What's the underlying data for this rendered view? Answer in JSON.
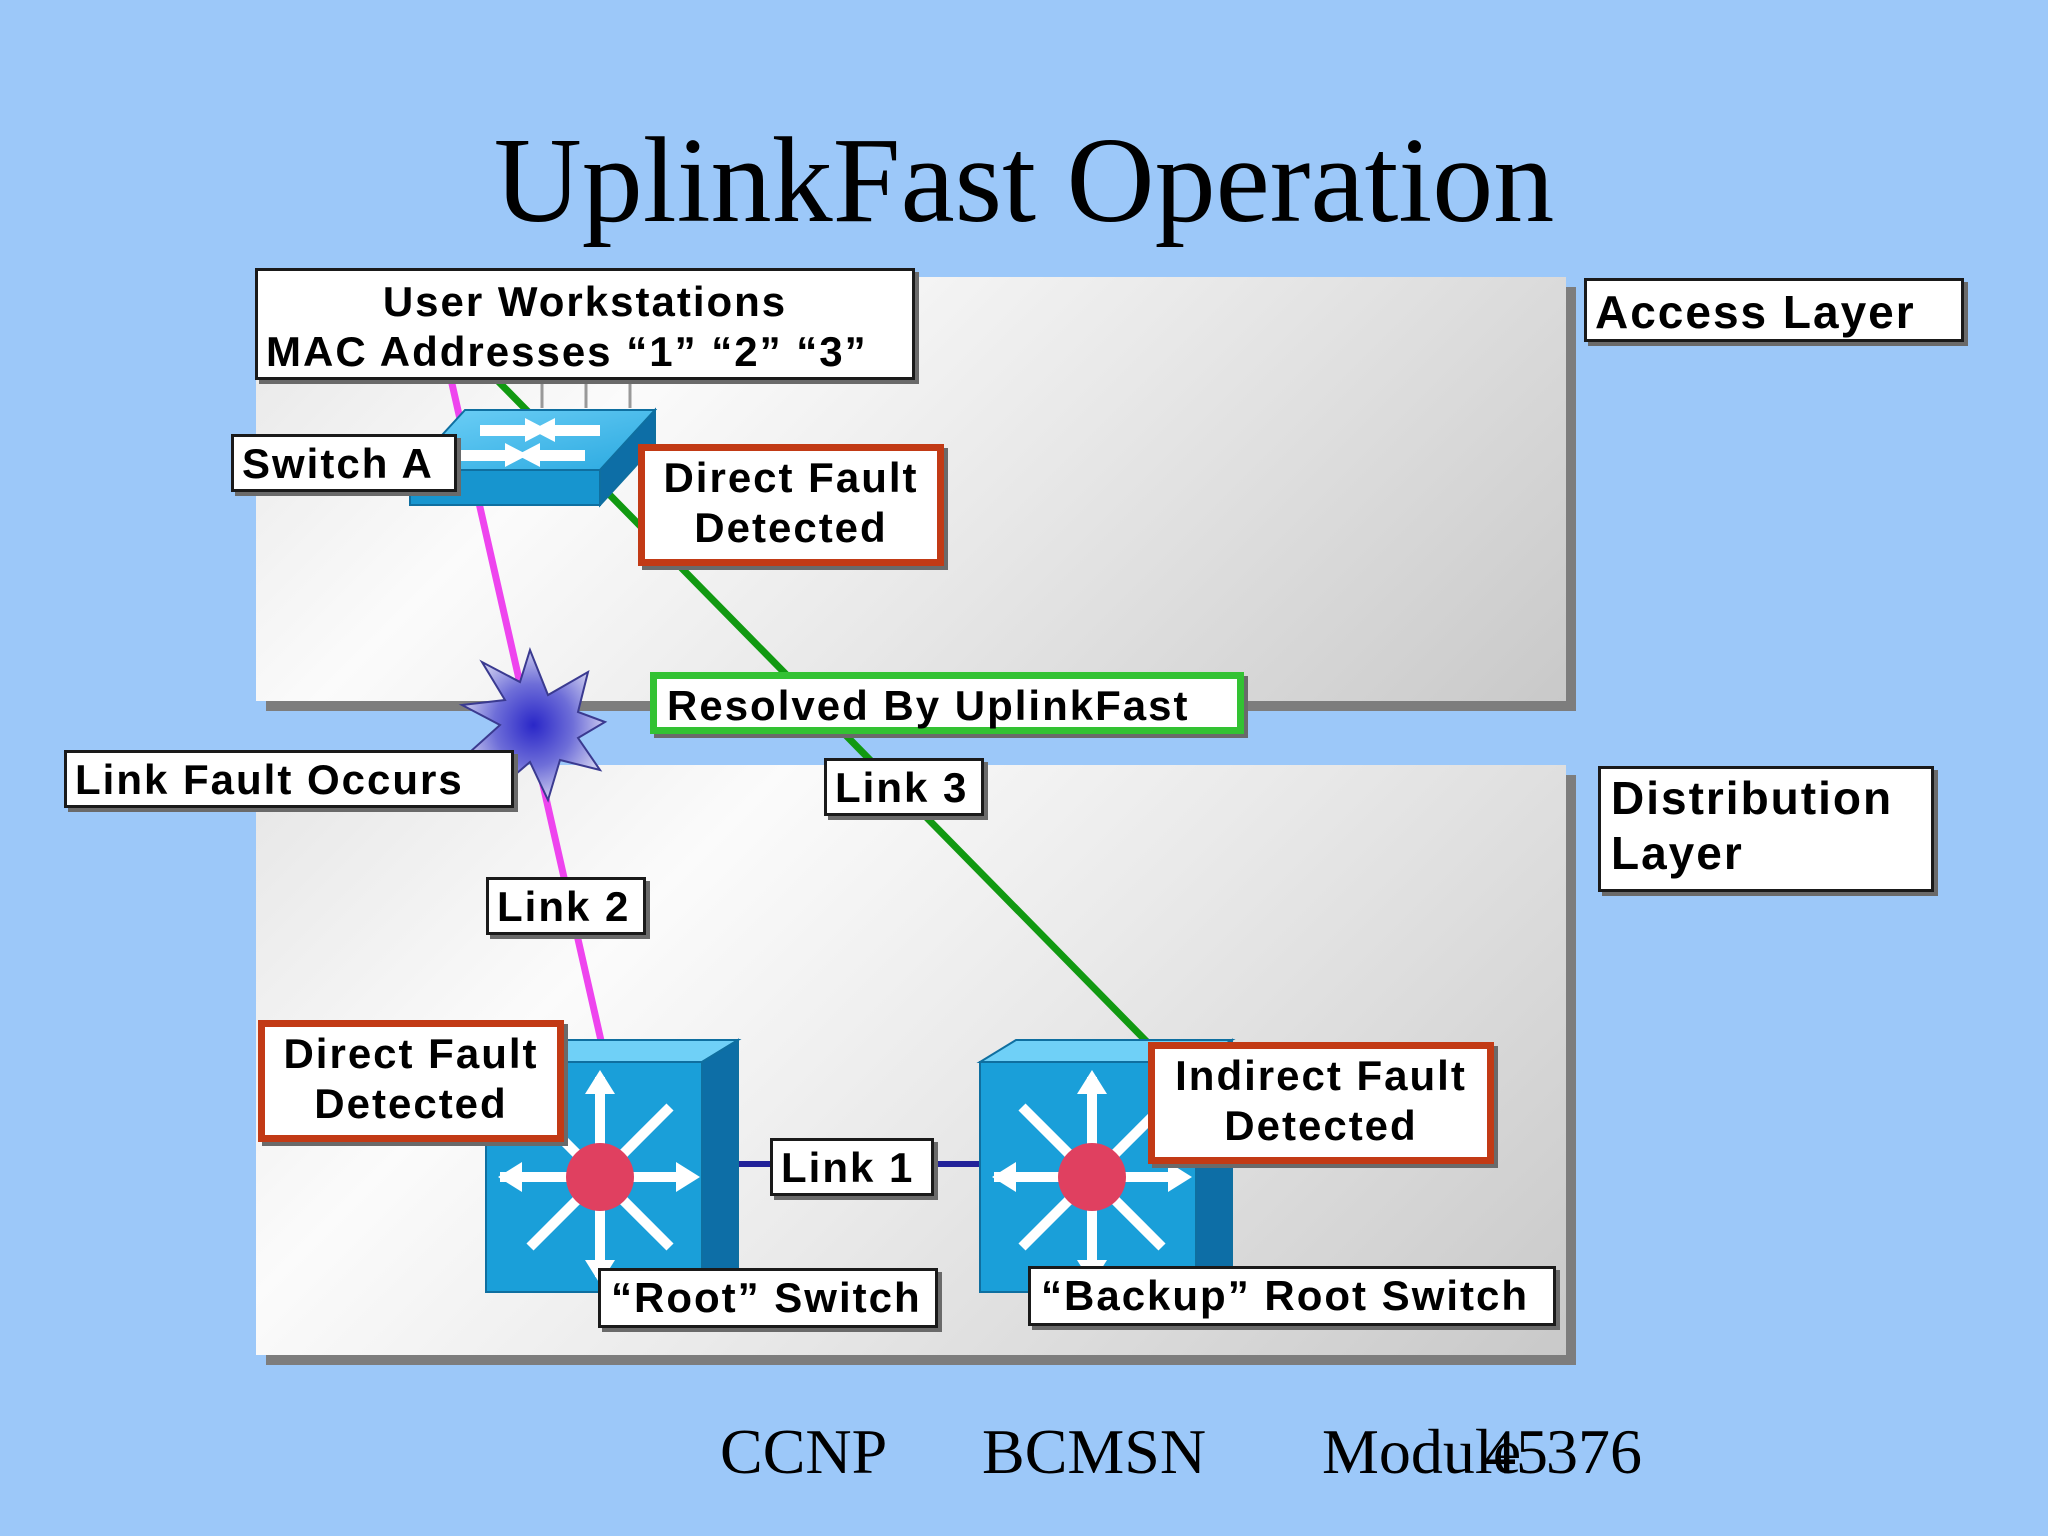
{
  "title": "UplinkFast Operation",
  "labels": {
    "workstations_line1": "User Workstations",
    "workstations_line2": "MAC Addresses  “1” “2” “3”",
    "access_layer": "Access Layer",
    "distribution_line1": "Distribution",
    "distribution_line2": "Layer",
    "switch_a": "Switch A",
    "direct_fault_top_line1": "Direct Fault",
    "direct_fault_top_line2": "Detected",
    "resolved": "Resolved By UplinkFast",
    "link_fault": "Link Fault Occurs",
    "link3": "Link 3",
    "link2": "Link 2",
    "link1": "Link 1",
    "direct_fault_root_line1": "Direct Fault",
    "direct_fault_root_line2": "Detected",
    "indirect_fault_line1": "Indirect Fault",
    "indirect_fault_line2": "Detected",
    "root_switch": "“Root” Switch",
    "backup_root_switch": "“Backup” Root Switch"
  },
  "footer": {
    "course": "CCNP",
    "subject": "BCMSN",
    "module": "Module",
    "page_a": "45",
    "page_b": "376"
  },
  "colors": {
    "background": "#9cc8f9",
    "link2_line": "#ee44ee",
    "link3_line": "#119911",
    "link1_line": "#222299",
    "fault_border": "#c23a15",
    "resolved_border": "#33c233",
    "switch_blue": "#1a9fd9",
    "root_dot": "#e04060"
  },
  "icons": [
    "workgroup-switch-icon",
    "multilayer-switch-icon",
    "fault-burst-icon"
  ]
}
